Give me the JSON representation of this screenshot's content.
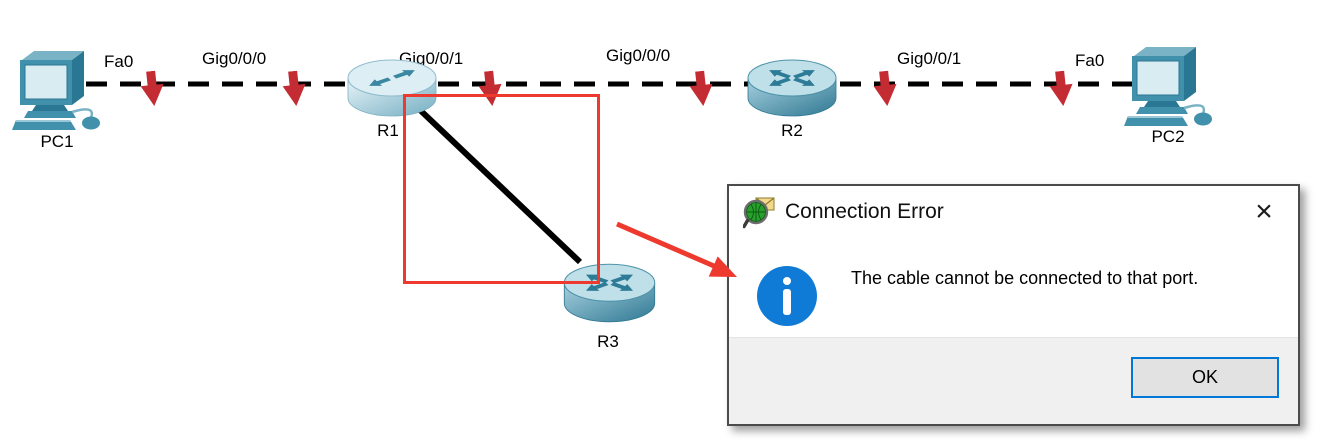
{
  "topology": {
    "devices": [
      {
        "id": "pc1",
        "type": "pc",
        "label": "PC1"
      },
      {
        "id": "r1",
        "type": "router",
        "label": "R1"
      },
      {
        "id": "r2",
        "type": "router",
        "label": "R2"
      },
      {
        "id": "r3",
        "type": "router",
        "label": "R3"
      },
      {
        "id": "pc2",
        "type": "pc",
        "label": "PC2"
      }
    ],
    "links": [
      {
        "from": "PC1",
        "to": "R1",
        "style": "dashed",
        "status": "down",
        "labels": [
          "Fa0",
          "Gig0/0/0"
        ]
      },
      {
        "from": "R1",
        "to": "R2",
        "style": "dashed",
        "status": "down",
        "labels": [
          "Gig0/0/1",
          "Gig0/0/0"
        ]
      },
      {
        "from": "R2",
        "to": "PC2",
        "style": "dashed",
        "status": "down",
        "labels": [
          "Gig0/0/1",
          "Fa0"
        ]
      },
      {
        "from": "R1",
        "to": "R3",
        "style": "solid",
        "status": "attempted",
        "labels": []
      }
    ],
    "annotations": {
      "highlight": "red rectangle around R1-R3 cable",
      "pointer": "red arrow pointing to error dialog"
    }
  },
  "dialog": {
    "title": "Connection Error",
    "close_glyph": "×",
    "message": "The cable cannot be connected to that port.",
    "ok_label": "OK"
  },
  "colors": {
    "cable_black": "#000000",
    "link_down_arrow": "#c42c34",
    "annotation_red": "#ee3a2e",
    "info_blue": "#0f7bd7",
    "ok_border": "#0078d7",
    "footer_bg": "#f0f0f0"
  }
}
